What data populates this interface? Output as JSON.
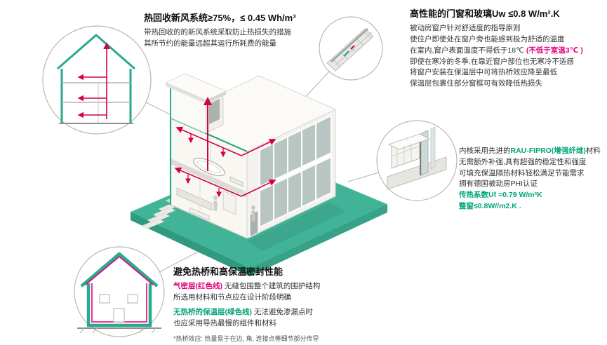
{
  "colors": {
    "accent_green": "#00a478",
    "accent_pink": "#e5007d",
    "duct_red": "#d4004c",
    "platform_teal": "#41b497",
    "insulation_teal": "#2aa98c"
  },
  "callout_ventilation": {
    "title": "热回收新风系统≥75%，≤ 0.45 Wh/m³",
    "line1": "带热回收的的新风系统采取防止热损失的措施",
    "line2": "其所节约的能量远超其运行所耗费的能量"
  },
  "callout_windows": {
    "title": "高性能的门窗和玻璃Uw ≤0.8 W/m².K",
    "line1": "被动房窗户针对舒适度的指导原则",
    "line2": "使住户即使处在窗户旁也能感到极为舒适的温度",
    "line3_black": "在室内,窗户表面温度不得低于18℃ ",
    "line3_pink": "(不低于室温3℃ )",
    "line4": "即使在寒冷的冬季,在靠近窗户部位也无寒冷不适感",
    "line5": "将窗户安装在保温层中可将热桥效应降至最低",
    "line6": "保温层包裹住部分窗框可有效降低热损失"
  },
  "callout_profile": {
    "line1_pre": "内核采用先进的",
    "line1_green": "RAU-FIPRO(增强纤维)",
    "line1_post": "材料",
    "line2": "无需额外补强,具有超强的稳定性和强度",
    "line3": "可填充保温隔热材料轻松满足节能需求",
    "line4": "拥有德国被动房PHI认证",
    "line5": "传热系数Uf =0.79 W/m²K",
    "line6": "整窗≤0.8W//m2.K ."
  },
  "callout_thermal": {
    "title": "避免热桥和高保温密封性能",
    "p1_lead": "气密层(红色线)",
    "p1_rest": " 无缝包围整个建筑的围护结构",
    "p1_line2": "所选用材料和节点应在设计阶段明确",
    "p2_lead": "无热桥的保温层(绿色线)",
    "p2_rest": " 无法避免渗漏点时",
    "p2_line2": "也应采用导热最慢的组件和材料",
    "footnote": "*热桥效应: 热量易于在边, 角, 连接点等细节部分传导"
  }
}
